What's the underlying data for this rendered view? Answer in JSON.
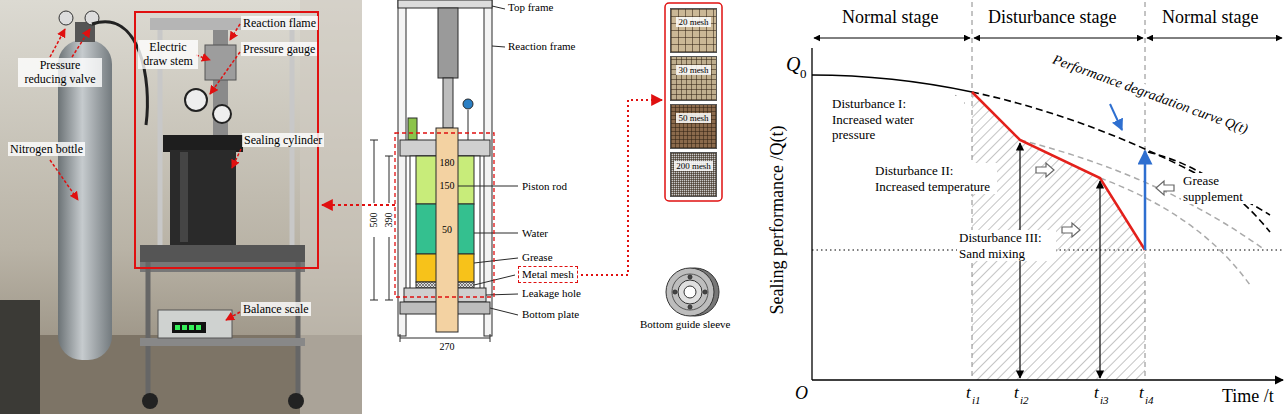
{
  "diagram": {
    "nodes": [
      {
        "text": [
          "20 mesh"
        ]
      },
      {
        "text": [
          "30 mesh"
        ]
      },
      {
        "text": [
          "50 mesh"
        ]
      },
      {
        "text": [
          "200 mesh"
        ]
      },
      {
        "text": [
          "Metal mesh"
        ]
      }
    ],
    "labels": [
      "Pressure reducing valve",
      "Reaction flame",
      "Electric draw stem",
      "Pressure gauge",
      "Sealing cylinder",
      "Nitrogen bottle",
      "Balance scale",
      "Top frame",
      "Reaction frame",
      "180",
      "150",
      "50",
      "Piston rod",
      "Water",
      "Grease",
      "Leakage hole",
      "Bottom plate",
      "500",
      "390",
      "270",
      "Bottom  guide sleeve",
      "Normal stage",
      "Disturbance stage",
      "Normal stage",
      "Q",
      "0",
      "Performance degradation curve Q(t)",
      "Disturbance I: Increased water pressure",
      "Disturbance II: Increased temperature",
      "Disturbance III: Sand mixing",
      "Grease supplement",
      "Sealing performance /Q(t)",
      "Time /t",
      "O",
      "t",
      "i1",
      "t",
      "i2",
      "t",
      "i3",
      "t",
      "i4"
    ]
  }
}
